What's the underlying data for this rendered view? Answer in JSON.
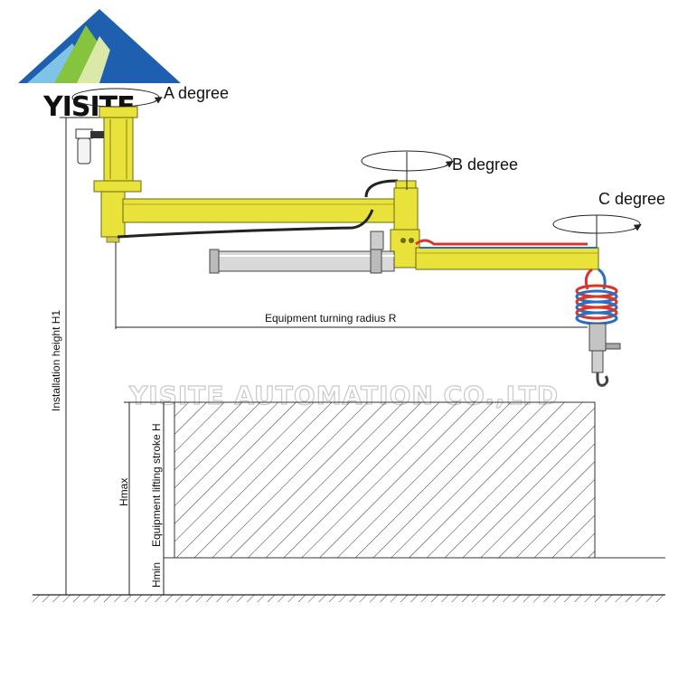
{
  "logo": {
    "text": "YISITE"
  },
  "labels": {
    "a_degree": "A degree",
    "b_degree": "B degree",
    "c_degree": "C degree",
    "turning_radius": "Equipment turning radius R",
    "installation_height": "Installation height H1",
    "lifting_stroke": "Equipment lifting stroke H",
    "hmax": "Hmax",
    "hmin": "Hmin"
  },
  "watermark": "YISITE AUTOMATION CO.,LTD",
  "colors": {
    "arm_yellow": "#e9e23a",
    "arm_stroke": "#6b6a10",
    "logo_blue": "#1f5fb0",
    "logo_green": "#86c440",
    "logo_light": "#7fc3e8",
    "hose_red": "#d8362a",
    "hose_blue": "#2b6fc2"
  }
}
